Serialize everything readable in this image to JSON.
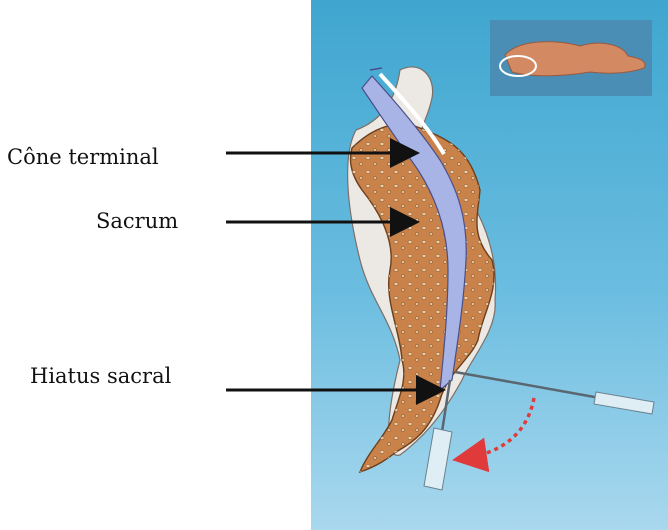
{
  "labels": {
    "cone_terminal": "Cône terminal",
    "sacrum": "Sacrum",
    "hiatus_sacral": "Hiatus sacral"
  },
  "colors": {
    "background_blue": "#5db4dc",
    "bone": "#c9834a",
    "spinal_canal": "#a9b4e6",
    "arrow": "#111111",
    "needle_motion_arrow": "#e03a3a"
  }
}
